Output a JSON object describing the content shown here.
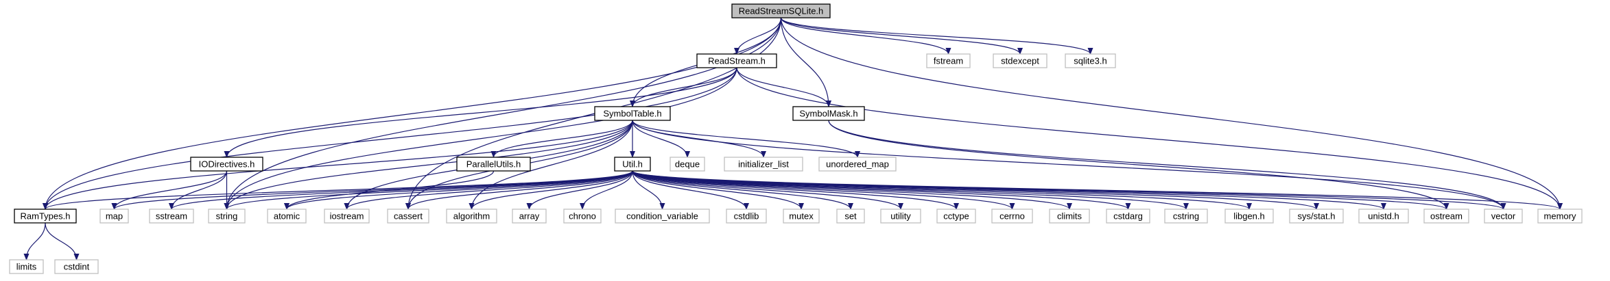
{
  "colors": {
    "edge": "#191970",
    "root_fill": "#bfbfbf",
    "internal_border": "#000000",
    "external_border": "#bfbfbf",
    "background": "#ffffff"
  },
  "nodes": [
    {
      "id": "ReadStreamSQLite.h",
      "label": "ReadStreamSQLite.h",
      "kind": "root"
    },
    {
      "id": "ReadStream.h",
      "label": "ReadStream.h",
      "kind": "internal"
    },
    {
      "id": "fstream",
      "label": "fstream",
      "kind": "external"
    },
    {
      "id": "stdexcept",
      "label": "stdexcept",
      "kind": "external"
    },
    {
      "id": "sqlite3.h",
      "label": "sqlite3.h",
      "kind": "external"
    },
    {
      "id": "SymbolTable.h",
      "label": "SymbolTable.h",
      "kind": "internal"
    },
    {
      "id": "SymbolMask.h",
      "label": "SymbolMask.h",
      "kind": "internal"
    },
    {
      "id": "IODirectives.h",
      "label": "IODirectives.h",
      "kind": "internal"
    },
    {
      "id": "ParallelUtils.h",
      "label": "ParallelUtils.h",
      "kind": "internal"
    },
    {
      "id": "Util.h",
      "label": "Util.h",
      "kind": "internal"
    },
    {
      "id": "deque",
      "label": "deque",
      "kind": "external"
    },
    {
      "id": "initializer_list",
      "label": "initializer_list",
      "kind": "external"
    },
    {
      "id": "unordered_map",
      "label": "unordered_map",
      "kind": "external"
    },
    {
      "id": "RamTypes.h",
      "label": "RamTypes.h",
      "kind": "internal"
    },
    {
      "id": "map",
      "label": "map",
      "kind": "external"
    },
    {
      "id": "sstream",
      "label": "sstream",
      "kind": "external"
    },
    {
      "id": "string",
      "label": "string",
      "kind": "external"
    },
    {
      "id": "atomic",
      "label": "atomic",
      "kind": "external"
    },
    {
      "id": "iostream",
      "label": "iostream",
      "kind": "external"
    },
    {
      "id": "cassert",
      "label": "cassert",
      "kind": "external"
    },
    {
      "id": "algorithm",
      "label": "algorithm",
      "kind": "external"
    },
    {
      "id": "array",
      "label": "array",
      "kind": "external"
    },
    {
      "id": "chrono",
      "label": "chrono",
      "kind": "external"
    },
    {
      "id": "condition_variable",
      "label": "condition_variable",
      "kind": "external"
    },
    {
      "id": "cstdlib",
      "label": "cstdlib",
      "kind": "external"
    },
    {
      "id": "mutex",
      "label": "mutex",
      "kind": "external"
    },
    {
      "id": "set",
      "label": "set",
      "kind": "external"
    },
    {
      "id": "utility",
      "label": "utility",
      "kind": "external"
    },
    {
      "id": "cctype",
      "label": "cctype",
      "kind": "external"
    },
    {
      "id": "cerrno",
      "label": "cerrno",
      "kind": "external"
    },
    {
      "id": "climits",
      "label": "climits",
      "kind": "external"
    },
    {
      "id": "cstdarg",
      "label": "cstdarg",
      "kind": "external"
    },
    {
      "id": "cstring",
      "label": "cstring",
      "kind": "external"
    },
    {
      "id": "libgen.h",
      "label": "libgen.h",
      "kind": "external"
    },
    {
      "id": "sys/stat.h",
      "label": "sys/stat.h",
      "kind": "external"
    },
    {
      "id": "unistd.h",
      "label": "unistd.h",
      "kind": "external"
    },
    {
      "id": "ostream",
      "label": "ostream",
      "kind": "external"
    },
    {
      "id": "vector",
      "label": "vector",
      "kind": "external"
    },
    {
      "id": "memory",
      "label": "memory",
      "kind": "external"
    },
    {
      "id": "limits",
      "label": "limits",
      "kind": "external"
    },
    {
      "id": "cstdint",
      "label": "cstdint",
      "kind": "external"
    }
  ],
  "edges": [
    [
      "ReadStreamSQLite.h",
      "ReadStream.h"
    ],
    [
      "ReadStreamSQLite.h",
      "fstream"
    ],
    [
      "ReadStreamSQLite.h",
      "stdexcept"
    ],
    [
      "ReadStreamSQLite.h",
      "sqlite3.h"
    ],
    [
      "ReadStreamSQLite.h",
      "SymbolTable.h"
    ],
    [
      "ReadStreamSQLite.h",
      "SymbolMask.h"
    ],
    [
      "ReadStreamSQLite.h",
      "RamTypes.h"
    ],
    [
      "ReadStreamSQLite.h",
      "string"
    ],
    [
      "ReadStreamSQLite.h",
      "cassert"
    ],
    [
      "ReadStreamSQLite.h",
      "memory"
    ],
    [
      "ReadStream.h",
      "SymbolTable.h"
    ],
    [
      "ReadStream.h",
      "SymbolMask.h"
    ],
    [
      "ReadStream.h",
      "IODirectives.h"
    ],
    [
      "ReadStream.h",
      "RamTypes.h"
    ],
    [
      "ReadStream.h",
      "string"
    ],
    [
      "ReadStream.h",
      "memory"
    ],
    [
      "SymbolTable.h",
      "ParallelUtils.h"
    ],
    [
      "SymbolTable.h",
      "Util.h"
    ],
    [
      "SymbolTable.h",
      "deque"
    ],
    [
      "SymbolTable.h",
      "initializer_list"
    ],
    [
      "SymbolTable.h",
      "unordered_map"
    ],
    [
      "SymbolTable.h",
      "RamTypes.h"
    ],
    [
      "SymbolTable.h",
      "string"
    ],
    [
      "SymbolTable.h",
      "iostream"
    ],
    [
      "SymbolTable.h",
      "cassert"
    ],
    [
      "SymbolTable.h",
      "algorithm"
    ],
    [
      "SymbolTable.h",
      "vector"
    ],
    [
      "SymbolMask.h",
      "ostream"
    ],
    [
      "SymbolMask.h",
      "vector"
    ],
    [
      "IODirectives.h",
      "map"
    ],
    [
      "IODirectives.h",
      "sstream"
    ],
    [
      "IODirectives.h",
      "string"
    ],
    [
      "ParallelUtils.h",
      "atomic"
    ],
    [
      "Util.h",
      "RamTypes.h"
    ],
    [
      "Util.h",
      "map"
    ],
    [
      "Util.h",
      "sstream"
    ],
    [
      "Util.h",
      "string"
    ],
    [
      "Util.h",
      "atomic"
    ],
    [
      "Util.h",
      "iostream"
    ],
    [
      "Util.h",
      "cassert"
    ],
    [
      "Util.h",
      "algorithm"
    ],
    [
      "Util.h",
      "array"
    ],
    [
      "Util.h",
      "chrono"
    ],
    [
      "Util.h",
      "condition_variable"
    ],
    [
      "Util.h",
      "cstdlib"
    ],
    [
      "Util.h",
      "mutex"
    ],
    [
      "Util.h",
      "set"
    ],
    [
      "Util.h",
      "utility"
    ],
    [
      "Util.h",
      "cctype"
    ],
    [
      "Util.h",
      "cerrno"
    ],
    [
      "Util.h",
      "climits"
    ],
    [
      "Util.h",
      "cstdarg"
    ],
    [
      "Util.h",
      "cstring"
    ],
    [
      "Util.h",
      "libgen.h"
    ],
    [
      "Util.h",
      "sys/stat.h"
    ],
    [
      "Util.h",
      "unistd.h"
    ],
    [
      "Util.h",
      "ostream"
    ],
    [
      "Util.h",
      "vector"
    ],
    [
      "Util.h",
      "memory"
    ],
    [
      "RamTypes.h",
      "limits"
    ],
    [
      "RamTypes.h",
      "cstdint"
    ]
  ]
}
